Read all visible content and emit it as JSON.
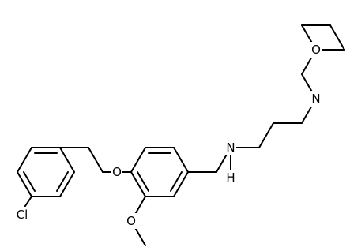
{
  "atoms": {
    "cl": "Cl",
    "o_ether": "O",
    "o_methoxy": "O",
    "n_amine": "N",
    "h_amine": "H",
    "n_morpholine": "N",
    "o_morpholine": "O"
  },
  "colors": {
    "bond": "#000000",
    "background": "#ffffff"
  }
}
